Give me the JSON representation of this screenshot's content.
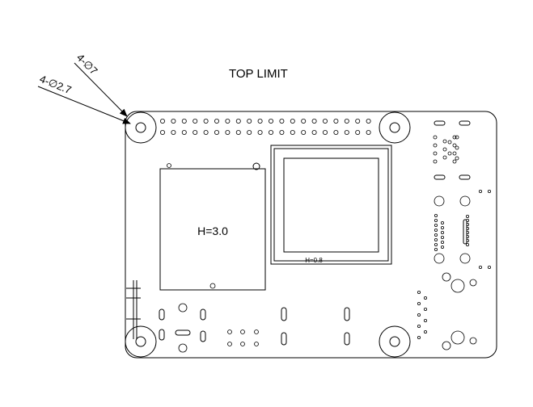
{
  "title": "TOP LIMIT",
  "callouts": {
    "large_hole": "4-∅7",
    "small_hole": "4-∅2.7"
  },
  "left_component_label": "H=3.0",
  "soc_label": "H=0.8"
}
